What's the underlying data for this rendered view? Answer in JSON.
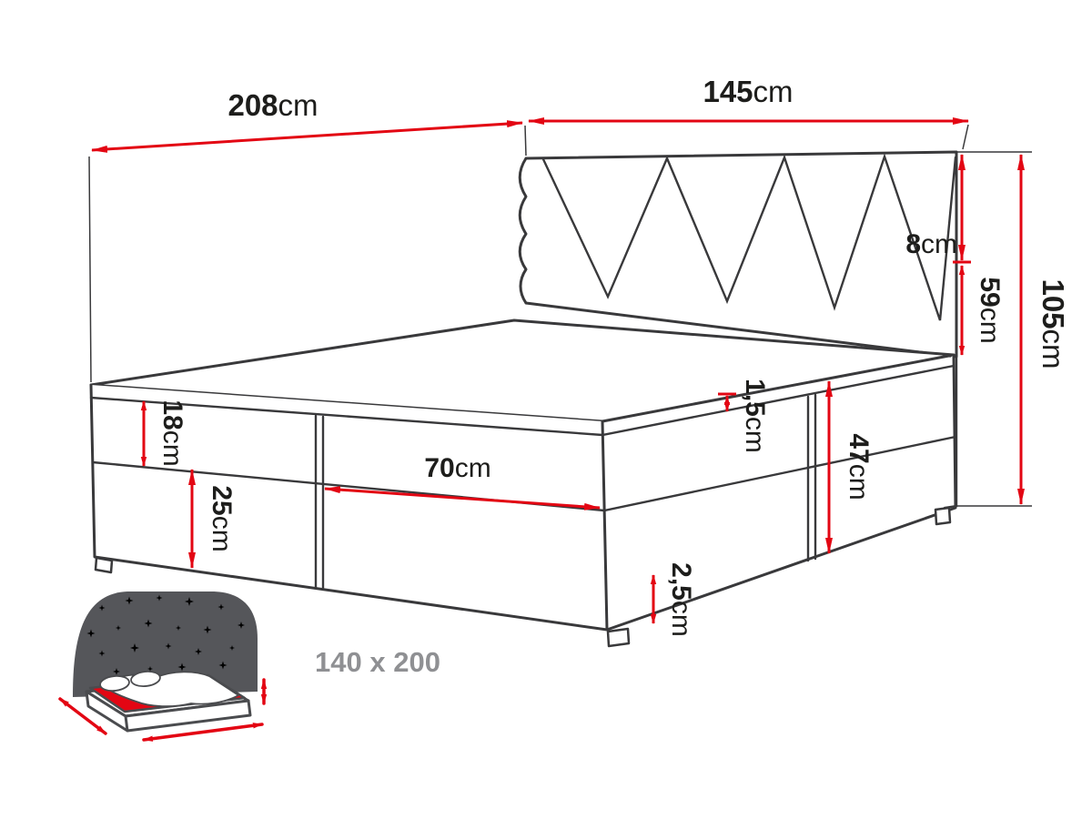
{
  "colors": {
    "dimension_red": "#e30613",
    "outline_dark": "#39393b",
    "text_black": "#1d1d1b",
    "icon_gray": "#55565a",
    "size_label_gray": "#8f9093"
  },
  "diagram": {
    "dims": {
      "d208": {
        "value": "208",
        "unit": "cm"
      },
      "d145": {
        "value": "145",
        "unit": "cm"
      },
      "d8": {
        "value": "8",
        "unit": "cm"
      },
      "d59": {
        "value": "59",
        "unit": "cm"
      },
      "d105": {
        "value": "105",
        "unit": "cm"
      },
      "d18": {
        "value": "18",
        "unit": "cm"
      },
      "d25": {
        "value": "25",
        "unit": "cm"
      },
      "d70": {
        "value": "70",
        "unit": "cm"
      },
      "d1_5": {
        "value": "1,5",
        "unit": "cm"
      },
      "d47": {
        "value": "47",
        "unit": "cm"
      },
      "d2_5": {
        "value": "2,5",
        "unit": "cm"
      }
    },
    "size_label": "140 x 200"
  }
}
